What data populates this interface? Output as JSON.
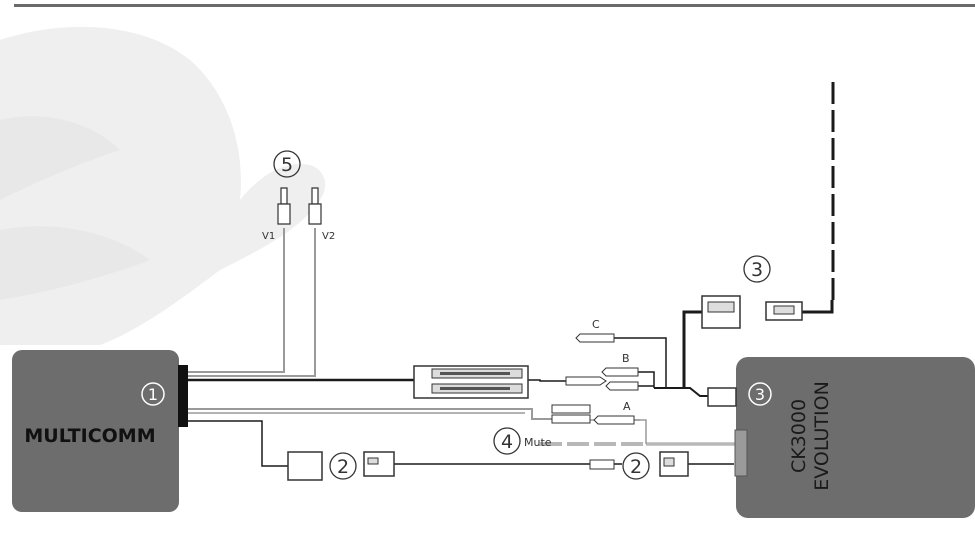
{
  "multicomm": {
    "title": "MULTICOMM",
    "number": "1"
  },
  "evolution": {
    "line1": "CK3000",
    "line2": "EVOLUTION",
    "number": "3"
  },
  "callouts": {
    "n2": "2",
    "n3": "3",
    "n4": "4",
    "n5": "5"
  },
  "labels": {
    "v1": "V1",
    "v2": "V2",
    "a": "A",
    "b": "B",
    "c": "C",
    "mute": "Mute"
  },
  "colors": {
    "module": "#6d6d6d",
    "wire": "#1a1a1a",
    "wire_gray": "#9a9a9a",
    "watermark": "#efefef"
  }
}
